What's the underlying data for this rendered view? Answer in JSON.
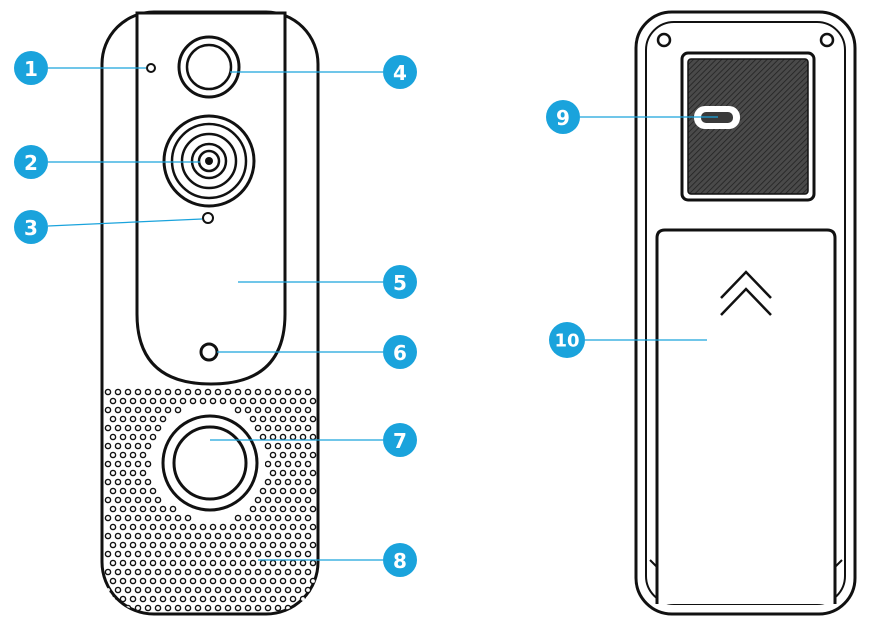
{
  "callouts": [
    {
      "id": "1",
      "label": "1"
    },
    {
      "id": "2",
      "label": "2"
    },
    {
      "id": "3",
      "label": "3"
    },
    {
      "id": "4",
      "label": "4"
    },
    {
      "id": "5",
      "label": "5"
    },
    {
      "id": "6",
      "label": "6"
    },
    {
      "id": "7",
      "label": "7"
    },
    {
      "id": "8",
      "label": "8"
    },
    {
      "id": "9",
      "label": "9"
    },
    {
      "id": "10",
      "label": "10"
    }
  ],
  "colors": {
    "badge": "#1aa3dc",
    "outline": "#111111",
    "panel_fill": "#3a3a3a",
    "background": "#ffffff"
  }
}
